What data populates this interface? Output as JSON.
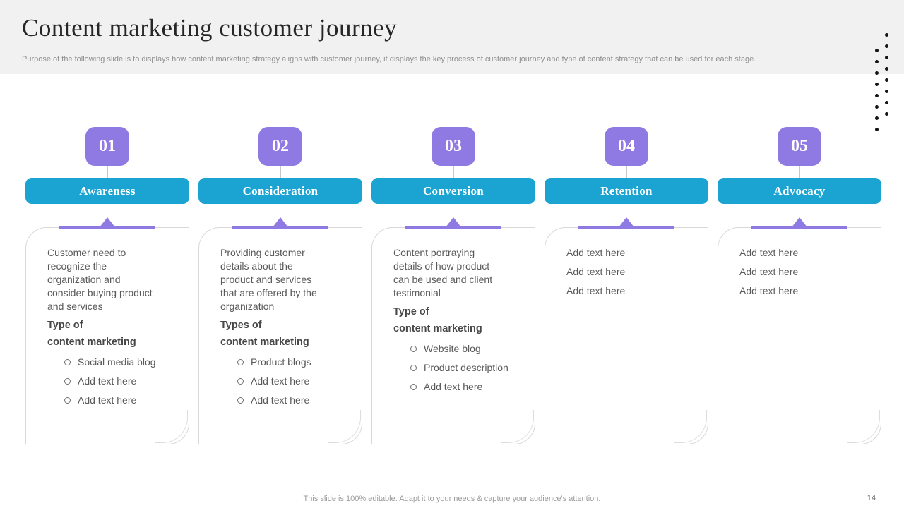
{
  "slide": {
    "title": "Content marketing customer journey",
    "subtitle": "Purpose of the following slide is to displays how content marketing strategy aligns with customer journey, it displays the key process of customer journey and type of content strategy that can be used for each stage.",
    "footer_note": "This slide is 100% editable. Adapt it to your needs & capture your audience's attention.",
    "page_number": "14"
  },
  "colors": {
    "accent_purple": "#8f79e2",
    "accent_teal": "#1ba4d2",
    "header_band": "#f1f1f1",
    "card_border": "#d8d8d8",
    "body_text": "#595959",
    "heading_text": "#474747"
  },
  "stages": [
    {
      "number": "01",
      "name": "Awareness",
      "description": "Customer need to recognize the organization and consider buying product and services",
      "heading_line1": "Type of",
      "heading_line2": "content marketing",
      "bullets": [
        "Social media blog",
        "Add text here",
        "Add text here"
      ]
    },
    {
      "number": "02",
      "name": "Consideration",
      "description": "Providing customer details about the product and services that are offered by the organization",
      "heading_line1": "Types of",
      "heading_line2": "content marketing",
      "bullets": [
        "Product blogs",
        "Add text here",
        "Add text here"
      ]
    },
    {
      "number": "03",
      "name": "Conversion",
      "description": "Content portraying details of how product can be used and client testimonial",
      "heading_line1": "Type of",
      "heading_line2": "content marketing",
      "bullets": [
        "Website blog",
        "Product description",
        "Add text here"
      ]
    },
    {
      "number": "04",
      "name": "Retention",
      "plain_lines": [
        "Add text here",
        "Add text here",
        "Add text here"
      ]
    },
    {
      "number": "05",
      "name": "Advocacy",
      "plain_lines": [
        "Add text here",
        "Add text here",
        "Add text here"
      ]
    }
  ]
}
